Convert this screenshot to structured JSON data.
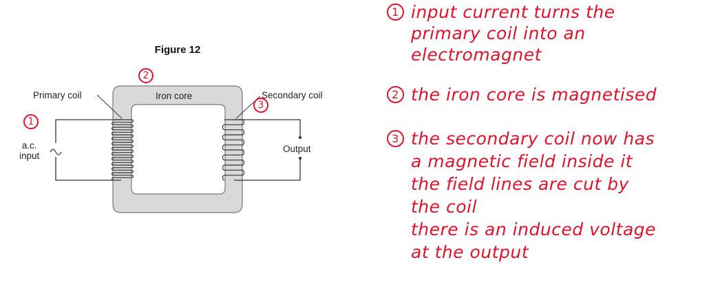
{
  "figure": {
    "title": "Figure 12",
    "labels": {
      "primary_coil": "Primary coil",
      "iron_core": "Iron core",
      "secondary_coil": "Secondary coil",
      "ac_input_line1": "a.c.",
      "ac_input_line2": "input",
      "output": "Output"
    },
    "markers": [
      "1",
      "2",
      "3"
    ],
    "primary_turns": 12,
    "secondary_turns": 6
  },
  "annotations": [
    {
      "number": "1",
      "lines": [
        "input current turns the",
        "primary coil into an electromagnet"
      ]
    },
    {
      "number": "2",
      "lines": [
        "the iron core is magnetised"
      ]
    },
    {
      "number": "3",
      "lines": [
        "the secondary coil now has",
        "a magnetic field inside it",
        "the field lines are cut by",
        "the coil",
        "there is an induced voltage",
        "at the output"
      ]
    }
  ],
  "colors": {
    "ink": "#e3122a",
    "core_fill": "#d9d9d9",
    "core_stroke": "#777777",
    "wire": "#333333"
  }
}
